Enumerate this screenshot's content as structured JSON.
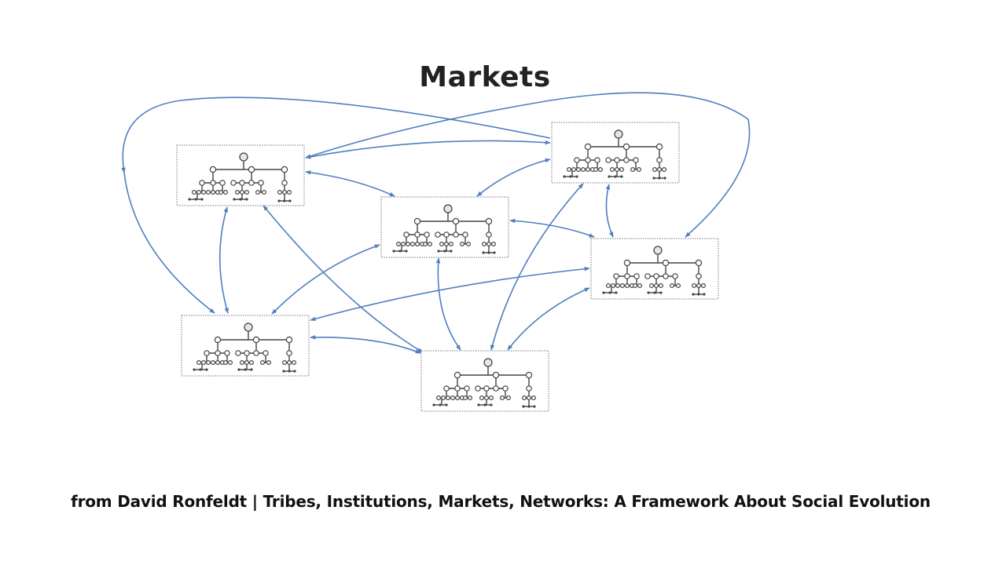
{
  "title": "Markets",
  "caption": "from David Ronfeldt | Tribes, Institutions, Markets, Networks: A Framework About Social Evolution",
  "colors": {
    "edge": "#4f7fbf",
    "box_border": "#7a7a7a",
    "tree_line": "#444444",
    "title_text": "#222222"
  },
  "nodes": [
    {
      "id": "h1",
      "label": "hierarchy-top-left"
    },
    {
      "id": "h2",
      "label": "hierarchy-top-right"
    },
    {
      "id": "h3",
      "label": "hierarchy-center"
    },
    {
      "id": "h4",
      "label": "hierarchy-middle-right"
    },
    {
      "id": "h5",
      "label": "hierarchy-bottom-left"
    },
    {
      "id": "h6",
      "label": "hierarchy-bottom-center"
    }
  ],
  "edges": [
    {
      "from": "h1",
      "to": "h2",
      "direction": "both"
    },
    {
      "from": "h1",
      "to": "h2",
      "direction": "to",
      "route": "over-top-left-loop"
    },
    {
      "from": "h2",
      "to": "h1",
      "direction": "to",
      "route": "crossing"
    },
    {
      "from": "h1",
      "to": "h3",
      "direction": "both"
    },
    {
      "from": "h1",
      "to": "h5",
      "direction": "both"
    },
    {
      "from": "h1",
      "to": "h6",
      "direction": "both"
    },
    {
      "from": "h1",
      "to": "h5",
      "direction": "to",
      "route": "outer-left-loop"
    },
    {
      "from": "h3",
      "to": "h2",
      "direction": "both"
    },
    {
      "from": "h2",
      "to": "h4",
      "direction": "both"
    },
    {
      "from": "h2",
      "to": "h6",
      "direction": "both"
    },
    {
      "from": "h1",
      "to": "h4",
      "direction": "to",
      "route": "outer-right-loop"
    },
    {
      "from": "h3",
      "to": "h4",
      "direction": "both"
    },
    {
      "from": "h3",
      "to": "h5",
      "direction": "both"
    },
    {
      "from": "h3",
      "to": "h6",
      "direction": "both"
    },
    {
      "from": "h4",
      "to": "h5",
      "direction": "both"
    },
    {
      "from": "h4",
      "to": "h6",
      "direction": "both"
    },
    {
      "from": "h5",
      "to": "h6",
      "direction": "both"
    }
  ]
}
